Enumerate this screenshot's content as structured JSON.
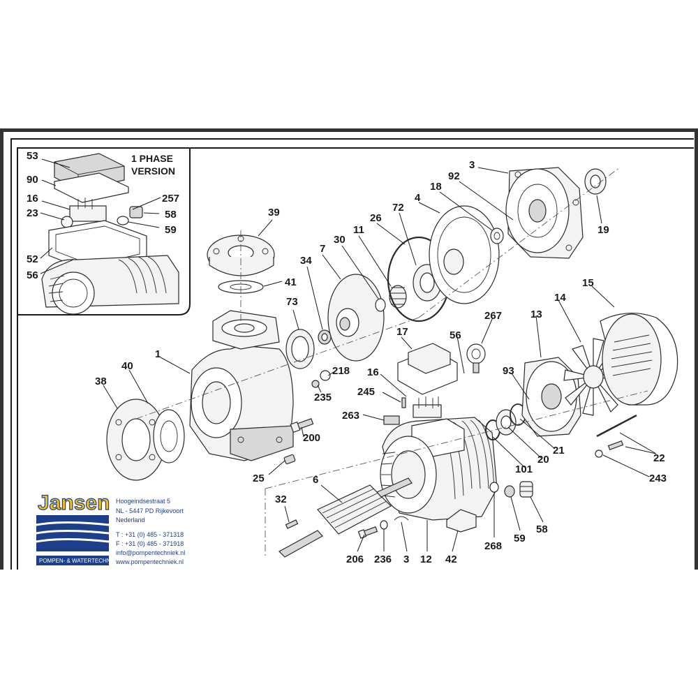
{
  "inset": {
    "title_line1": "1 PHASE",
    "title_line2": "VERSION"
  },
  "company": {
    "name": "Jansen",
    "tagline": "POMPEN- & WATERTECHNIEK",
    "address_lines": [
      "Hoogeindsestraat 5",
      "NL - 5447 PD  Rijkevoort",
      "Nederland",
      "T : +31 (0) 485 - 371318",
      "F : +31 (0) 485 - 371918",
      "info@pompentechniek.nl",
      "www.pompentechniek.nl"
    ]
  },
  "colors": {
    "frame": "#333333",
    "logo_blue": "#1d3f8a",
    "logo_yellow": "#f2c21b"
  },
  "parts": [
    {
      "id": "p53",
      "label": "53"
    },
    {
      "id": "p90",
      "label": "90"
    },
    {
      "id": "p16a",
      "label": "16"
    },
    {
      "id": "p23",
      "label": "23"
    },
    {
      "id": "p52",
      "label": "52"
    },
    {
      "id": "p56a",
      "label": "56"
    },
    {
      "id": "p257",
      "label": "257"
    },
    {
      "id": "p58a",
      "label": "58"
    },
    {
      "id": "p59a",
      "label": "59"
    },
    {
      "id": "p39",
      "label": "39"
    },
    {
      "id": "p41",
      "label": "41"
    },
    {
      "id": "p34",
      "label": "34"
    },
    {
      "id": "p73",
      "label": "73"
    },
    {
      "id": "p7",
      "label": "7"
    },
    {
      "id": "p30",
      "label": "30"
    },
    {
      "id": "p11",
      "label": "11"
    },
    {
      "id": "p26",
      "label": "26"
    },
    {
      "id": "p72",
      "label": "72"
    },
    {
      "id": "p4",
      "label": "4"
    },
    {
      "id": "p18",
      "label": "18"
    },
    {
      "id": "p92",
      "label": "92"
    },
    {
      "id": "p3a",
      "label": "3"
    },
    {
      "id": "p19",
      "label": "19"
    },
    {
      "id": "p15",
      "label": "15"
    },
    {
      "id": "p14",
      "label": "14"
    },
    {
      "id": "p13",
      "label": "13"
    },
    {
      "id": "p267",
      "label": "267"
    },
    {
      "id": "p56b",
      "label": "56"
    },
    {
      "id": "p17",
      "label": "17"
    },
    {
      "id": "p16b",
      "label": "16"
    },
    {
      "id": "p245",
      "label": "245"
    },
    {
      "id": "p263",
      "label": "263"
    },
    {
      "id": "p1",
      "label": "1"
    },
    {
      "id": "p40",
      "label": "40"
    },
    {
      "id": "p38",
      "label": "38"
    },
    {
      "id": "p218",
      "label": "218"
    },
    {
      "id": "p235",
      "label": "235"
    },
    {
      "id": "p200",
      "label": "200"
    },
    {
      "id": "p25",
      "label": "25"
    },
    {
      "id": "p93",
      "label": "93"
    },
    {
      "id": "p22",
      "label": "22"
    },
    {
      "id": "p243",
      "label": "243"
    },
    {
      "id": "p21",
      "label": "21"
    },
    {
      "id": "p20",
      "label": "20"
    },
    {
      "id": "p101",
      "label": "101"
    },
    {
      "id": "p6",
      "label": "6"
    },
    {
      "id": "p32",
      "label": "32"
    },
    {
      "id": "p206",
      "label": "206"
    },
    {
      "id": "p236",
      "label": "236"
    },
    {
      "id": "p3b",
      "label": "3"
    },
    {
      "id": "p12",
      "label": "12"
    },
    {
      "id": "p42",
      "label": "42"
    },
    {
      "id": "p268",
      "label": "268"
    },
    {
      "id": "p59b",
      "label": "59"
    },
    {
      "id": "p58b",
      "label": "58"
    }
  ]
}
